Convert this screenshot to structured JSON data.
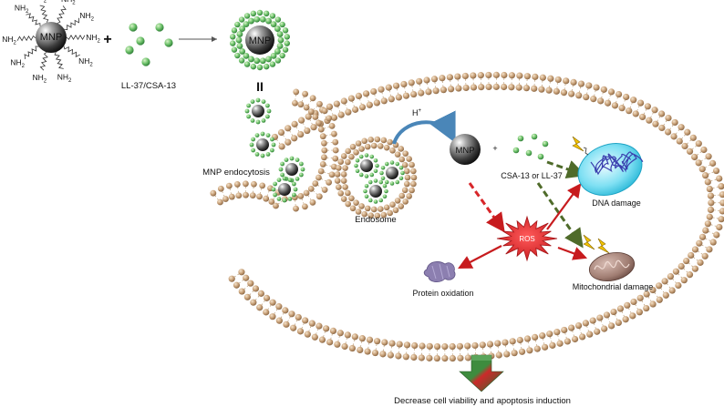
{
  "top": {
    "mnp_label": "MNP",
    "amine_label": "NH",
    "amine_sub": "2",
    "plus": "+",
    "peptide_label": "LL-37/CSA-13",
    "coated_mnp_label": "MNP",
    "equals": "II"
  },
  "cell": {
    "endocytosis_label": "MNP endocytosis",
    "endosome_label": "Endosome",
    "proton_label": "H",
    "proton_sup": "+",
    "released_mnp_label": "MNP",
    "plus": "+",
    "released_peptide_label": "CSA-13 or LL-37",
    "ros_label": "ROS",
    "dna_label": "DNA damage",
    "protein_label": "Protein oxidation",
    "mito_label": "Mitochondrial damage"
  },
  "outcome_label": "Decrease cell viability and apoptosis induction",
  "colors": {
    "membrane": "#c9a27a",
    "peptide": "#6ec26b",
    "ros_red": "#d8262a",
    "dashed_green": "#4f6b2a",
    "arrow_blue": "#4a86b8",
    "arrow_down_green": "#3d7a3d"
  }
}
